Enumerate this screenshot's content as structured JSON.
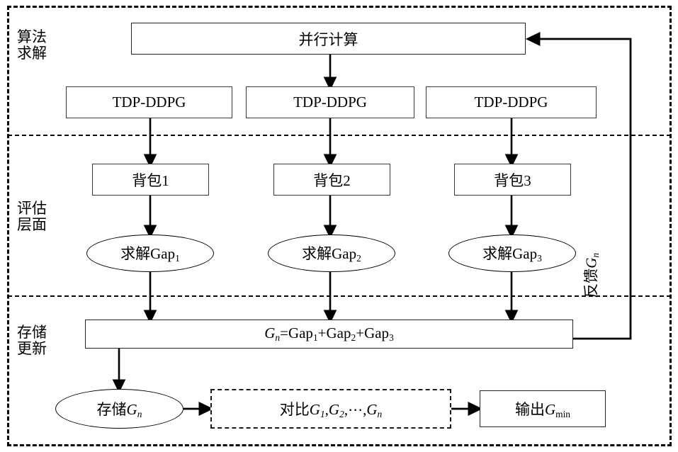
{
  "diagram": {
    "title": "TDP-DDPG parallel computing knapsack solving flowchart",
    "bands": [
      {
        "id": "algorithm",
        "label": "算法\n求解"
      },
      {
        "id": "evaluation",
        "label": "评估\n层面"
      },
      {
        "id": "storage",
        "label": "存储\n更新"
      }
    ],
    "nodes": {
      "parallel_compute": "并行计算",
      "agents": [
        "TDP-DDPG",
        "TDP-DDPG",
        "TDP-DDPG"
      ],
      "knapsacks": [
        "背包1",
        "背包2",
        "背包3"
      ],
      "gaps": [
        {
          "prefix": "求解Gap",
          "sub": "1"
        },
        {
          "prefix": "求解Gap",
          "sub": "2"
        },
        {
          "prefix": "求解Gap",
          "sub": "3"
        }
      ],
      "sum_formula": {
        "lhs_var": "G",
        "lhs_sub": "n",
        "eq": "=",
        "terms": [
          "Gap",
          "Gap",
          "Gap"
        ],
        "term_subs": [
          "1",
          "2",
          "3"
        ],
        "plus": "+"
      },
      "store": {
        "prefix": "存储",
        "var": "G",
        "sub": "n"
      },
      "compare": {
        "prefix": "对比",
        "var": "G",
        "subs": [
          "1",
          "2"
        ],
        "ellipsis": "⋯",
        "last_sub": "n",
        "comma": ","
      },
      "output": {
        "prefix": "输出",
        "var": "G",
        "sub": "min"
      }
    },
    "feedback": {
      "prefix": "反馈",
      "var": "G",
      "sub": "n"
    },
    "colors": {
      "stroke": "#000000",
      "box_border": "#3a3a3a",
      "background": "#ffffff"
    }
  }
}
